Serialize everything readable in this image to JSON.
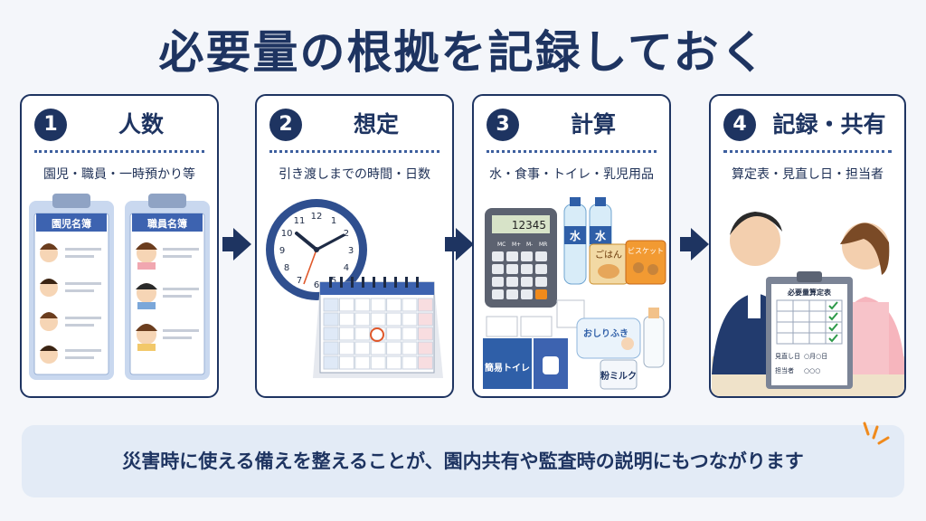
{
  "title": "必要量の根拠を記録しておく",
  "steps": [
    {
      "num": "1",
      "title": "人数",
      "subtitle": "園児・職員・一時預かり等",
      "labels": {
        "left_list": "園児名簿",
        "right_list": "職員名簿"
      }
    },
    {
      "num": "2",
      "title": "想定",
      "subtitle": "引き渡しまでの時間・日数",
      "labels": {
        "clock_numbers": [
          "12",
          "1",
          "2",
          "3",
          "4",
          "5",
          "6",
          "7",
          "8",
          "9",
          "10",
          "11"
        ]
      }
    },
    {
      "num": "3",
      "title": "計算",
      "subtitle": "水・食事・トイレ・乳児用品",
      "labels": {
        "calc_display": "12345",
        "calc_keys": [
          "MC",
          "M+",
          "M-",
          "MR"
        ],
        "water": "水",
        "gohan": "ごはん",
        "biscuit": "ビスケット",
        "toilet": "簡易トイレ",
        "wipes": "おしりふき",
        "milk": "粉ミルク"
      }
    },
    {
      "num": "4",
      "title": "記録・共有",
      "subtitle": "算定表・見直し日・担当者",
      "labels": {
        "sheet_title": "必要量算定表",
        "review_label": "見直し日",
        "review_value": "○月○日",
        "owner_label": "担当者",
        "owner_value": "○○○"
      }
    }
  ],
  "banner": "災害時に使える備えを整えることが、園内共有や監査時の説明にもつながります",
  "colors": {
    "navy": "#1e3461",
    "banner_bg": "#e3ebf6",
    "accent_orange": "#f08a1c"
  }
}
